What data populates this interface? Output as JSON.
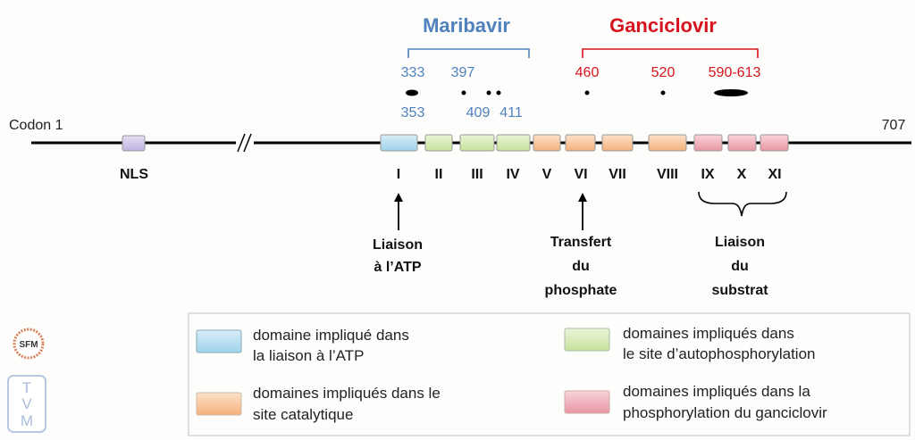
{
  "drugs": {
    "maribavir": {
      "label": "Maribavir",
      "color": "#4f81bd"
    },
    "ganciclovir": {
      "label": "Ganciclovir",
      "color": "#d7141e"
    }
  },
  "mutations": {
    "maribavir_top": [
      "333",
      "397"
    ],
    "maribavir_bottom": [
      "353",
      "409",
      "411"
    ],
    "ganciclovir": [
      "460",
      "520",
      "590-613"
    ]
  },
  "codon_start": "Codon  1",
  "codon_end": "707",
  "nls_label": "NLS",
  "domains": [
    "I",
    "II",
    "III",
    "IV",
    "V",
    "VI",
    "VII",
    "VIII",
    "IX",
    "X",
    "XI"
  ],
  "annotations": {
    "atp": [
      "Liaison",
      "à l’ATP"
    ],
    "phosphate": [
      "Transfert",
      "du",
      "phosphate"
    ],
    "substrate": [
      "Liaison",
      "du",
      "substrat"
    ]
  },
  "legend": [
    {
      "lines": [
        "domaine impliqué dans",
        "la liaison à l’ATP"
      ],
      "color": "#b7def0"
    },
    {
      "lines": [
        "domaines impliqués dans",
        "le site d’autophosphorylation"
      ],
      "color": "#d7ebb5"
    },
    {
      "lines": [
        "domaines impliqués dans le",
        "site catalytique"
      ],
      "color": "#f9c9a0"
    },
    {
      "lines": [
        "domaines impliqués dans la",
        "phosphorylation du ganciclovir"
      ],
      "color": "#f1b3bd"
    }
  ],
  "logos": {
    "sfm": "SFM",
    "tvm": "TVM"
  }
}
